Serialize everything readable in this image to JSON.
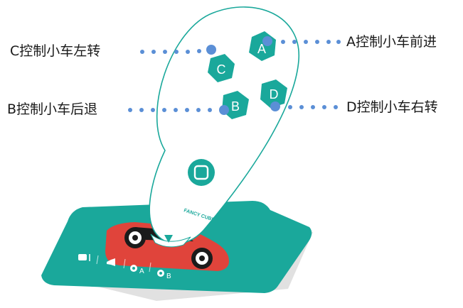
{
  "callouts": {
    "a": {
      "letter": "A",
      "text": "A控制小车前进"
    },
    "b": {
      "letter": "B",
      "text": "B控制小车后退"
    },
    "c": {
      "letter": "C",
      "text": "C控制小车左转"
    },
    "d": {
      "letter": "D",
      "text": "D控制小车右转"
    }
  },
  "remote": {
    "brand": "FANCY CUBE",
    "center_button": "square-button-icon",
    "arrow": "triangle-down-icon"
  },
  "mat": {
    "icons": [
      {
        "name": "car-icon",
        "label": ""
      },
      {
        "name": "horn-icon",
        "label": ""
      },
      {
        "name": "gear-a-icon",
        "label": "A"
      },
      {
        "name": "gear-b-icon",
        "label": "B"
      }
    ]
  },
  "colors": {
    "teal": "#1aa89b",
    "dot": "#5b8fd6",
    "remote_fill": "#ffffff",
    "car_red": "#e0443b",
    "mat": "#1aa89b"
  }
}
